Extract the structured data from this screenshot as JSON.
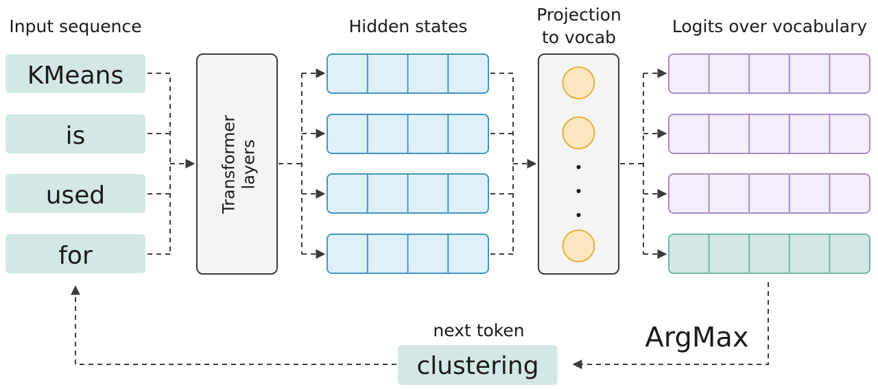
{
  "labels": {
    "input_sequence": "Input sequence",
    "hidden_states": "Hidden states",
    "projection_line1": "Projection",
    "projection_line2": "to vocab",
    "logits": "Logits over vocabulary",
    "transformer_line1": "Transformer",
    "transformer_line2": "layers",
    "next_token": "next token",
    "argmax": "ArgMax"
  },
  "tokens": [
    "KMeans",
    "is",
    "used",
    "for"
  ],
  "output_token": "clustering",
  "colors": {
    "token_fill": "#d3e8e4",
    "hidden_fill": "#dff0fb",
    "hidden_stroke": "#3f95c4",
    "logit_fill": "#f3eefa",
    "logit_stroke": "#a98bc6",
    "selected_fill": "#d3e8e4",
    "selected_stroke": "#6fb7a8",
    "neuron_fill": "#fde6bf",
    "neuron_stroke": "#e3b13d",
    "block_fill": "#f4f4f4",
    "block_stroke": "#3a3a3a"
  }
}
